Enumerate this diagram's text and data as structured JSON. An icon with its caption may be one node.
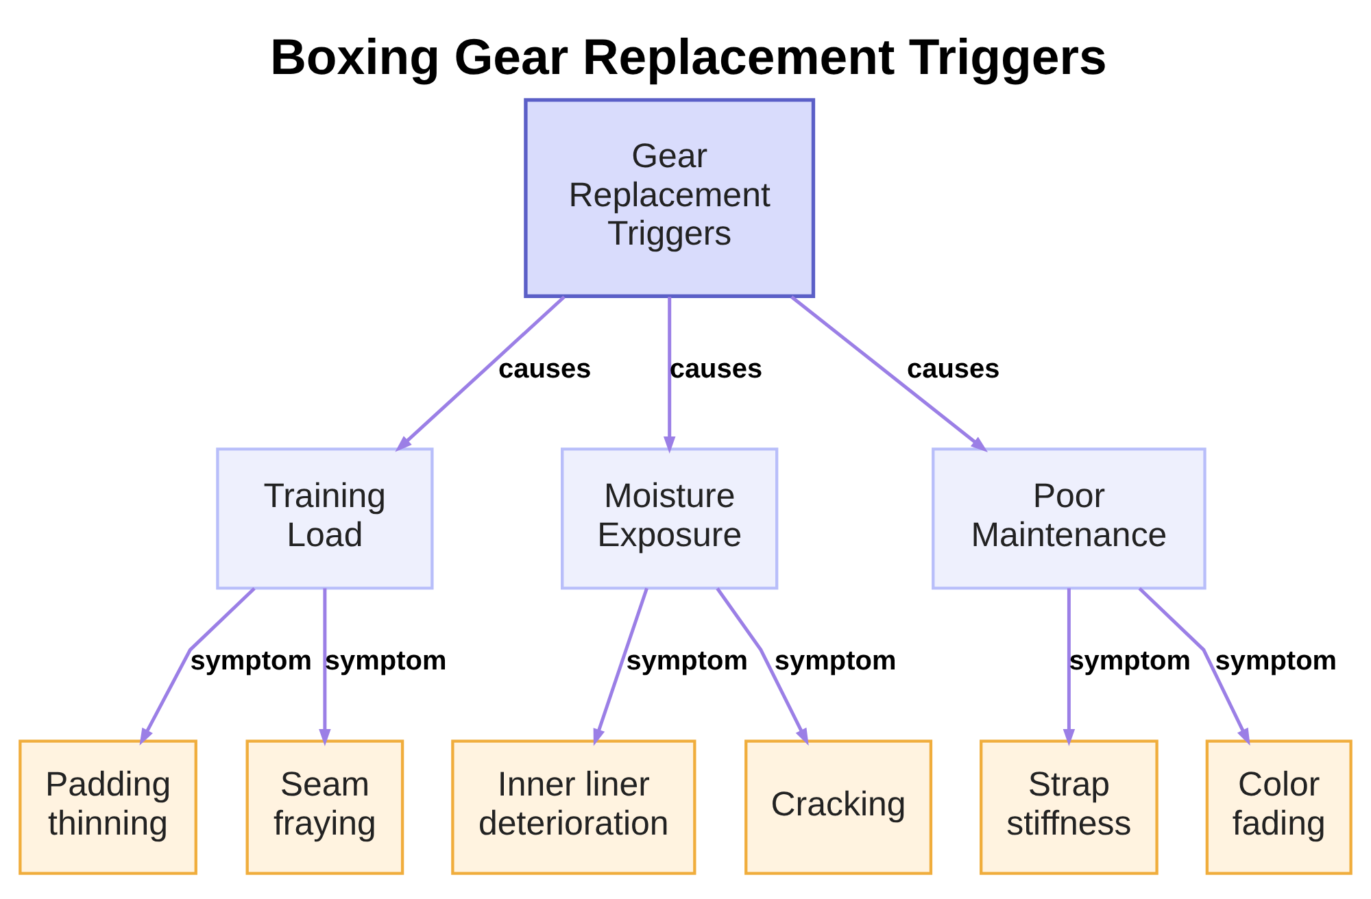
{
  "diagram": {
    "title": "Boxing Gear Replacement Triggers",
    "nodes": [
      {
        "text": [
          "Gear Replacement Triggers"
        ]
      },
      {
        "text": [
          "Training Load"
        ]
      },
      {
        "text": [
          "Moisture Exposure"
        ]
      },
      {
        "text": [
          "Poor Maintenance"
        ]
      },
      {
        "text": [
          "Padding thinning"
        ]
      },
      {
        "text": [
          "Seam fraying"
        ]
      },
      {
        "text": [
          "Inner liner deterioration"
        ]
      },
      {
        "text": [
          "Cracking"
        ]
      },
      {
        "text": [
          "Strap stiffness"
        ]
      },
      {
        "text": [
          "Color fading"
        ]
      }
    ],
    "edges": [
      {
        "from": 0,
        "to": 1,
        "arrow": "to",
        "label": "causes"
      },
      {
        "from": 0,
        "to": 2,
        "arrow": "to",
        "label": "causes"
      },
      {
        "from": 0,
        "to": 3,
        "arrow": "to",
        "label": "causes"
      },
      {
        "from": 1,
        "to": 4,
        "arrow": "to",
        "label": "symptom"
      },
      {
        "from": 1,
        "to": 5,
        "arrow": "to",
        "label": "symptom"
      },
      {
        "from": 2,
        "to": 6,
        "arrow": "to",
        "label": "symptom"
      },
      {
        "from": 2,
        "to": 7,
        "arrow": "to",
        "label": "symptom"
      },
      {
        "from": 3,
        "to": 8,
        "arrow": "to",
        "label": "symptom"
      },
      {
        "from": 3,
        "to": 9,
        "arrow": "to",
        "label": "symptom"
      }
    ]
  }
}
